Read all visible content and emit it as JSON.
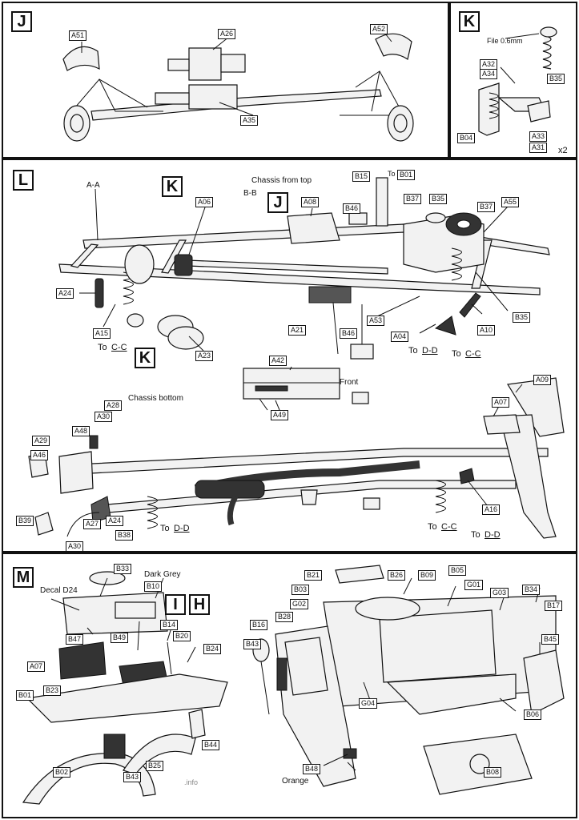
{
  "panels": {
    "J": {
      "letter": "J",
      "labels": {
        "a51": "A51",
        "a26": "A26",
        "a52": "A52",
        "a35": "A35"
      }
    },
    "K": {
      "letter": "K",
      "file_note": "File 0.6mm",
      "labels": {
        "a32": "A32",
        "a34": "A34",
        "b35": "B35",
        "b04": "B04",
        "a33": "A33",
        "a31": "A31"
      },
      "qty": "x2"
    },
    "L": {
      "letter": "L",
      "section_aa": "A-A",
      "section_bb": "B-B",
      "title_top": "Chassis from top",
      "title_bottom": "Chassis bottom",
      "front": "Front",
      "ref_k1": "K",
      "ref_j": "J",
      "ref_k2": "K",
      "to_b01_prefix": "To",
      "to_b01": "B01",
      "to_cc_1_prefix": "To",
      "to_cc_1": "C-C",
      "to_dd_1_prefix": "To",
      "to_dd_1": "D-D",
      "to_cc_2_prefix": "To",
      "to_cc_2": "C-C",
      "to_dd_2_prefix": "To",
      "to_dd_2": "D-D",
      "to_cc_3_prefix": "To",
      "to_cc_3": "C-C",
      "to_dd_3_prefix": "To",
      "to_dd_3": "D-D",
      "labels": {
        "a06": "A06",
        "a08": "A08",
        "b15": "B15",
        "b37a": "B37",
        "b35a": "B35",
        "b46a": "B46",
        "b37b": "B37",
        "a55": "A55",
        "a24a": "A24",
        "a15": "A15",
        "a23": "A23",
        "a21": "A21",
        "b46b": "B46",
        "a53": "A53",
        "a04": "A04",
        "a10": "A10",
        "b35b": "B35",
        "a42": "A42",
        "a49": "A49",
        "a09": "A09",
        "a28": "A28",
        "a30a": "A30",
        "a48": "A48",
        "a29": "A29",
        "a46": "A46",
        "a07": "A07",
        "b39": "B39",
        "a27": "A27",
        "a24b": "A24",
        "b38": "B38",
        "a30b": "A30",
        "a16": "A16"
      }
    },
    "M": {
      "letter": "M",
      "ref_i": "I",
      "ref_h": "H",
      "decal": "Decal D24",
      "dark_grey": "Dark Grey",
      "orange": "Orange",
      "watermark": ".info",
      "labels": {
        "b33": "B33",
        "b10": "B10",
        "b14": "B14",
        "b20": "B20",
        "b24": "B24",
        "b47": "B47",
        "b49": "B49",
        "a07": "A07",
        "b23": "B23",
        "b01": "B01",
        "b44": "B44",
        "b25": "B25",
        "b43a": "B43",
        "b02": "B02",
        "b21": "B21",
        "b26": "B26",
        "b09": "B09",
        "b05": "B05",
        "b03": "B03",
        "g01": "G01",
        "g03": "G03",
        "b34": "B34",
        "g02": "G02",
        "b17": "B17",
        "b28": "B28",
        "b16": "B16",
        "b43b": "B43",
        "b45": "B45",
        "g04": "G04",
        "b06": "B06",
        "b48": "B48",
        "b08": "B08"
      }
    }
  }
}
